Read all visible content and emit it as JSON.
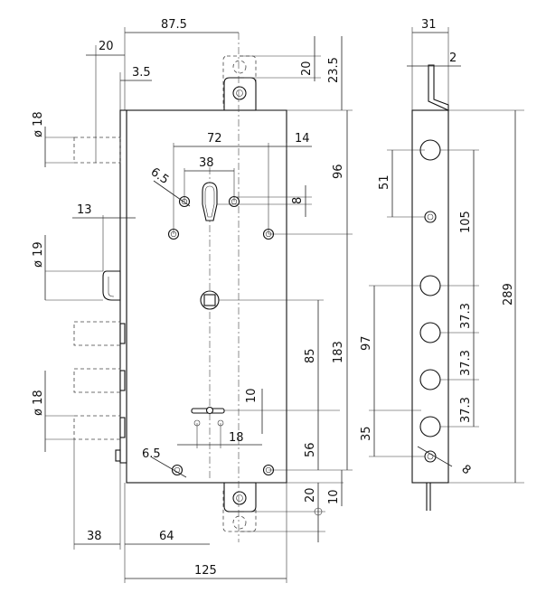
{
  "front_view": {
    "total_width": "125",
    "backset": "64",
    "bolt_projection": "38",
    "top_offset": "87.5",
    "bolt_offset_20": "20",
    "bolt_offset_3_5": "3.5",
    "hole_spacing": "72",
    "right_offset": "14",
    "cylinder_width": "38",
    "hole_dia_top": "6.5",
    "cylinder_height": "8",
    "top_to_axis": "96",
    "axis_to_bottom": "183",
    "spindle_to_small": "85",
    "small_to_bottom": "56",
    "keyhole_offset": "10",
    "keyhole_spacing": "18",
    "hole_dia_bottom": "6.5",
    "latch_thickness": "13",
    "dia_top_bolt": "ø 18",
    "dia_latch": "ø 19",
    "dia_bottom_bolt": "ø 18",
    "tab_top_20": "20",
    "tab_top_23_5": "23.5",
    "tab_bottom_20": "20",
    "tab_bottom_10": "10"
  },
  "side_view": {
    "thickness": "31",
    "plate": "2",
    "height": "289",
    "bolt_pitch_51": "51",
    "pitch_105": "105",
    "pitch_97": "97",
    "pitch_37_3_a": "37.3",
    "pitch_37_3_b": "37.3",
    "pitch_37_3_c": "37.3",
    "bottom_35": "35",
    "bottom_8": "8"
  }
}
